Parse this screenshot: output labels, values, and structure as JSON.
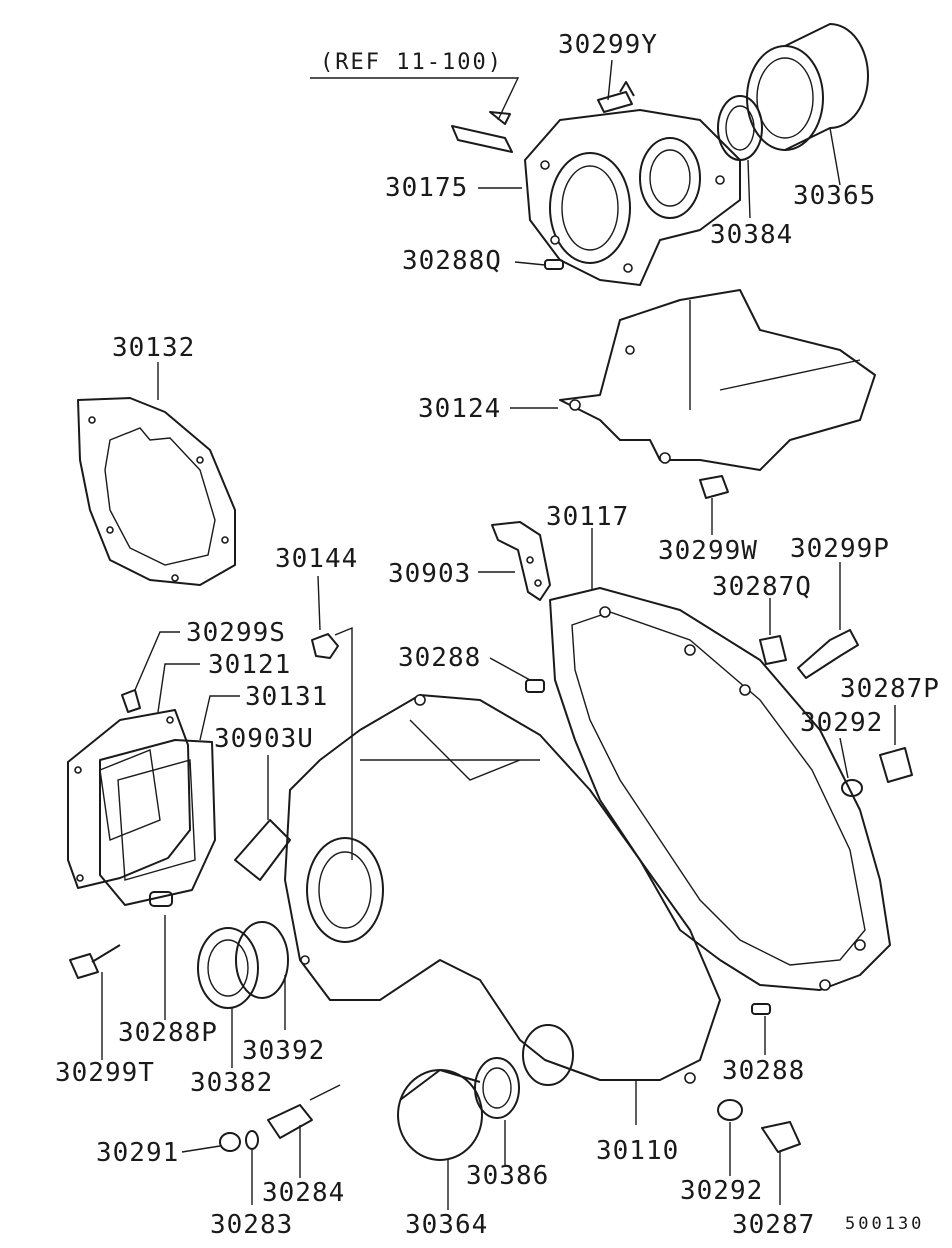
{
  "diagram": {
    "reference": "(REF 11-100)",
    "figure_code": "500130",
    "parts": {
      "p30299Y": "30299Y",
      "p30175": "30175",
      "p30365": "30365",
      "p30384": "30384",
      "p30288Q": "30288Q",
      "p30132": "30132",
      "p30124": "30124",
      "p30117": "30117",
      "p30299W": "30299W",
      "p30299P": "30299P",
      "p30144": "30144",
      "p30903": "30903",
      "p30287Q": "30287Q",
      "p30299S": "30299S",
      "p30288": "30288",
      "p30121": "30121",
      "p30131": "30131",
      "p30287P": "30287P",
      "p30292": "30292",
      "p30903U": "30903U",
      "p30288P": "30288P",
      "p30392": "30392",
      "p30299T": "30299T",
      "p30382": "30382",
      "p30288b": "30288",
      "p30291": "30291",
      "p30110": "30110",
      "p30386": "30386",
      "p30284": "30284",
      "p30292b": "30292",
      "p30283": "30283",
      "p30364": "30364",
      "p30287": "30287"
    }
  }
}
